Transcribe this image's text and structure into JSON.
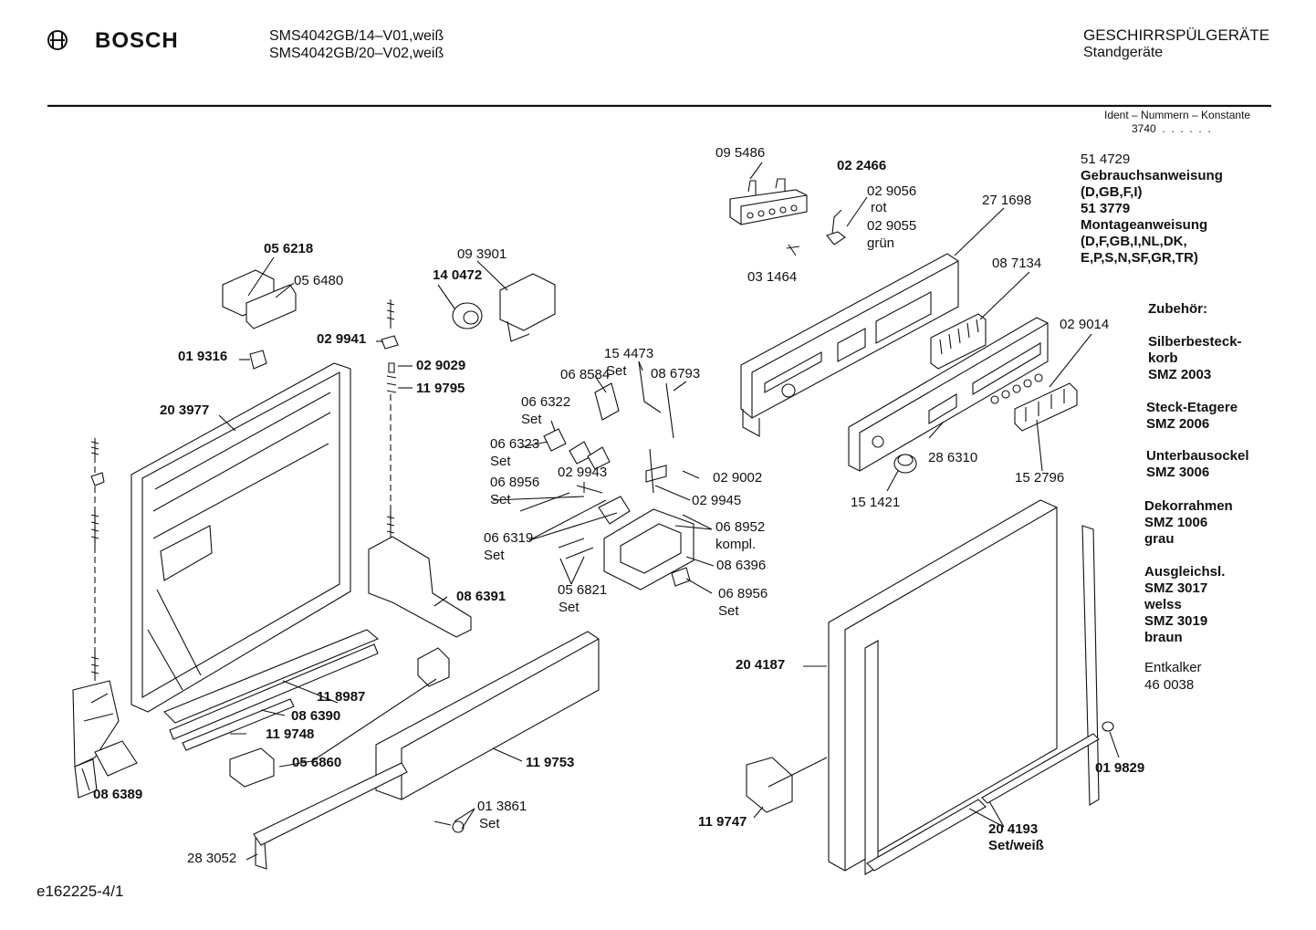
{
  "header": {
    "brand": "BOSCH",
    "models": [
      "SMS4042GB/14–V01,weiß",
      "SMS4042GB/20–V02,weiß"
    ],
    "category": "GESCHIRRSPÜLGERÄTE",
    "subcategory": "Standgeräte",
    "ident_label": "Ident – Nummern – Konstante",
    "ident_value": "3740  .  .  .  .  .  ."
  },
  "documents": {
    "l1": "51 4729",
    "l2": "Gebrauchsanweisung",
    "l3": "(D,GB,F,I)",
    "l4": "51 3779",
    "l5": "Montageanweisung",
    "l6": "(D,F,GB,I,NL,DK,",
    "l7": "E,P,S,N,SF,GR,TR)"
  },
  "accessories": {
    "title": "Zubehör:",
    "a1": "Silberbesteck-",
    "a2": "korb",
    "a3": "SMZ 2003",
    "b1": "Steck-Etagere",
    "b2": "SMZ 2006",
    "c1": "Unterbausockel",
    "c2": "SMZ 3006",
    "d1": "Dekorrahmen",
    "d2": "SMZ 1006",
    "d3": "grau",
    "e1": "Ausgleichsl.",
    "e2": "SMZ 3017",
    "e3": "welss",
    "e4": "SMZ 3019",
    "e5": "braun",
    "f1": "Entkalker",
    "f2": "46 0038"
  },
  "parts": {
    "p095486": "09 5486",
    "p022466": "02 2466",
    "p029056": "02 9056",
    "rot": "rot",
    "p029055": "02 9055",
    "gruen": "grün",
    "p031464": "03 1464",
    "p271698": "27 1698",
    "p087134": "08 7134",
    "p029014": "02 9014",
    "p056218": "05 6218",
    "p056480": "05 6480",
    "p093901": "09 3901",
    "p140472": "14 0472",
    "p019316": "01 9316",
    "p029941": "02 9941",
    "p029029": "02 9029",
    "p119795": "11 9795",
    "p203977": "20 3977",
    "p154473": "15 4473",
    "set1": "Set",
    "p068584": "06 8584",
    "p086793": "08 6793",
    "p066322": "06 6322",
    "set2": "Set",
    "p066323": "06 6323",
    "set3": "Set",
    "p068956a": "06 8956",
    "set4": "Set",
    "p029943": "02 9943",
    "p029002": "02 9002",
    "p029945": "02 9945",
    "p066319": "06 6319",
    "set5": "Set",
    "p068952": "06 8952",
    "kompl": "kompl.",
    "p086396": "08 6396",
    "p056821": "05 6821",
    "set6": "Set",
    "p068956b": "06 8956",
    "set7": "Set",
    "p286310": "28 6310",
    "p151421": "15 1421",
    "p152796": "15 2796",
    "p086391": "08 6391",
    "p118987": "11 8987",
    "p086390": "08 6390",
    "p119748": "11 9748",
    "p056860": "05 6860",
    "p086389": "08 6389",
    "p119753": "11 9753",
    "p013861": "01 3861",
    "set8": "Set",
    "p283052": "28 3052",
    "p204187": "20 4187",
    "p019829": "01 9829",
    "p119747": "11 9747",
    "p204193": "20 4193",
    "setweiss": "Set/weiß"
  },
  "footer": {
    "code": "e162225-4/1"
  }
}
